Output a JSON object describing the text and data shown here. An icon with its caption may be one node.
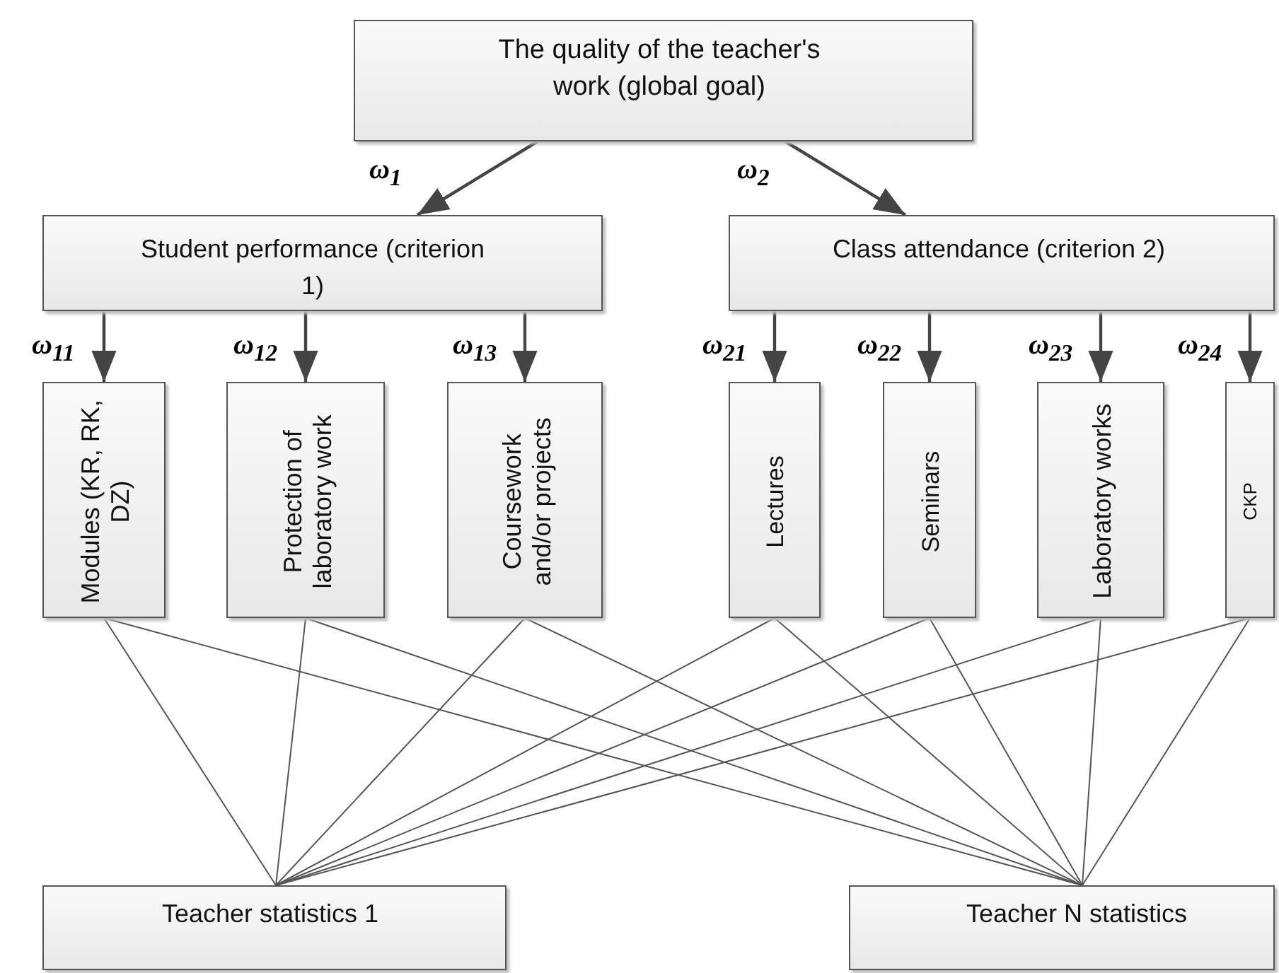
{
  "diagram": {
    "nodes": [
      {
        "text": [
          "The quality of the teacher's work (global goal)"
        ]
      },
      {
        "text": [
          "Student performance (criterion 1)"
        ]
      },
      {
        "text": [
          "Class attendance (criterion 2)"
        ]
      },
      {
        "text": [
          "Modules (KR, RK, DZ)"
        ]
      },
      {
        "text": [
          "Protection of laboratory work"
        ]
      },
      {
        "text": [
          "Coursework and/or projects"
        ]
      },
      {
        "text": [
          "Lectures"
        ]
      },
      {
        "text": [
          "Seminars"
        ]
      },
      {
        "text": [
          "Laboratory works"
        ]
      },
      {
        "text": [
          "CKP"
        ]
      },
      {
        "text": [
          "Teacher statistics 1"
        ]
      },
      {
        "text": [
          "Teacher N statistics"
        ]
      }
    ],
    "edges": [
      {
        "from": 0,
        "to": 1,
        "arrow": "to",
        "label": "ω$_{1}$"
      },
      {
        "from": 0,
        "to": 2,
        "arrow": "to",
        "label": "ω$_{2}$"
      },
      {
        "from": 1,
        "to": 3,
        "arrow": "to",
        "label": "ω$_{11}$"
      },
      {
        "from": 1,
        "to": 4,
        "arrow": "to",
        "label": "ω$_{12}$"
      },
      {
        "from": 1,
        "to": 5,
        "arrow": "to",
        "label": "ω$_{13}$"
      },
      {
        "from": 2,
        "to": 6,
        "arrow": "to",
        "label": "ω$_{21}$"
      },
      {
        "from": 2,
        "to": 7,
        "arrow": "to",
        "label": "ω$_{22}$"
      },
      {
        "from": 2,
        "to": 8,
        "arrow": "to",
        "label": "ω$_{23}$"
      },
      {
        "from": 2,
        "to": 9,
        "arrow": "to",
        "label": "ω$_{24}$"
      },
      {
        "from": 3,
        "to": 10,
        "arrow": "none"
      },
      {
        "from": 4,
        "to": 10,
        "arrow": "none"
      },
      {
        "from": 5,
        "to": 10,
        "arrow": "none"
      },
      {
        "from": 6,
        "to": 10,
        "arrow": "none"
      },
      {
        "from": 7,
        "to": 10,
        "arrow": "none"
      },
      {
        "from": 8,
        "to": 10,
        "arrow": "none"
      },
      {
        "from": 9,
        "to": 10,
        "arrow": "none"
      },
      {
        "from": 3,
        "to": 11,
        "arrow": "none"
      },
      {
        "from": 4,
        "to": 11,
        "arrow": "none"
      },
      {
        "from": 5,
        "to": 11,
        "arrow": "none"
      },
      {
        "from": 6,
        "to": 11,
        "arrow": "none"
      },
      {
        "from": 7,
        "to": 11,
        "arrow": "none"
      },
      {
        "from": 8,
        "to": 11,
        "arrow": "none"
      },
      {
        "from": 9,
        "to": 11,
        "arrow": "none"
      }
    ]
  }
}
